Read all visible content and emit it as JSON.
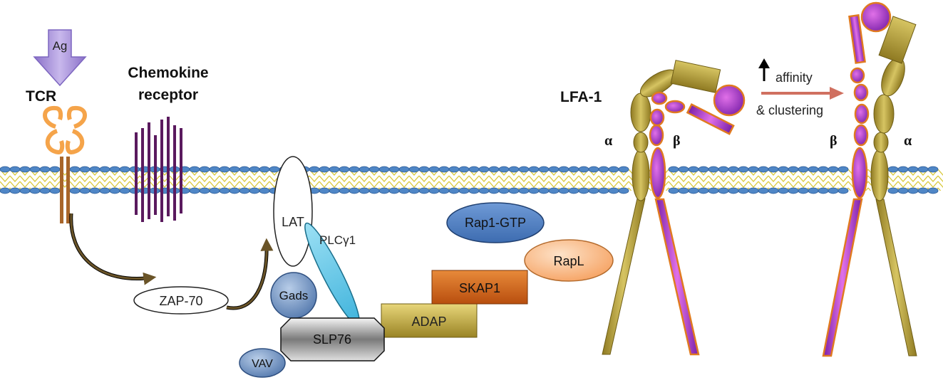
{
  "labels": {
    "ag": "Ag",
    "tcr": "TCR",
    "chemokine_line1": "Chemokine",
    "chemokine_line2": "receptor",
    "lat": "LAT",
    "plcg1": "PLCγ1",
    "gads": "Gads",
    "zap70": "ZAP-70",
    "slp76": "SLP76",
    "vav": "VAV",
    "adap": "ADAP",
    "skap1": "SKAP1",
    "rap1gtp": "Rap1-GTP",
    "rapl": "RapL",
    "lfa1": "LFA-1",
    "alpha": "α",
    "beta": "β",
    "affinity": "affinity",
    "clustering": "& clustering"
  },
  "colors": {
    "ag_arrow": "#a58fd6",
    "tcr": "#f5a44a",
    "tcr_tm": "#a8652a",
    "chemokine": "#5a1a5e",
    "membrane_head": "#4f86c6",
    "membrane_tail": "#e8d84a",
    "lat": "#ffffff",
    "plcg1": "#5cc8e8",
    "gads": "#6f93c4",
    "zap70": "#ffffff",
    "slp76": "#cfcfcf",
    "vav": "#6f93c4",
    "adap": "#c9b540",
    "skap1": "#d4671a",
    "rap1gtp": "#4f7fc0",
    "rapl": "#f9b987",
    "alpha_chain": "#b39a3a",
    "beta_chain": "#9b30c8",
    "beta_outline": "#e07a20",
    "transition_arrow": "#d07060",
    "curved_arrow": "#5a4520"
  }
}
